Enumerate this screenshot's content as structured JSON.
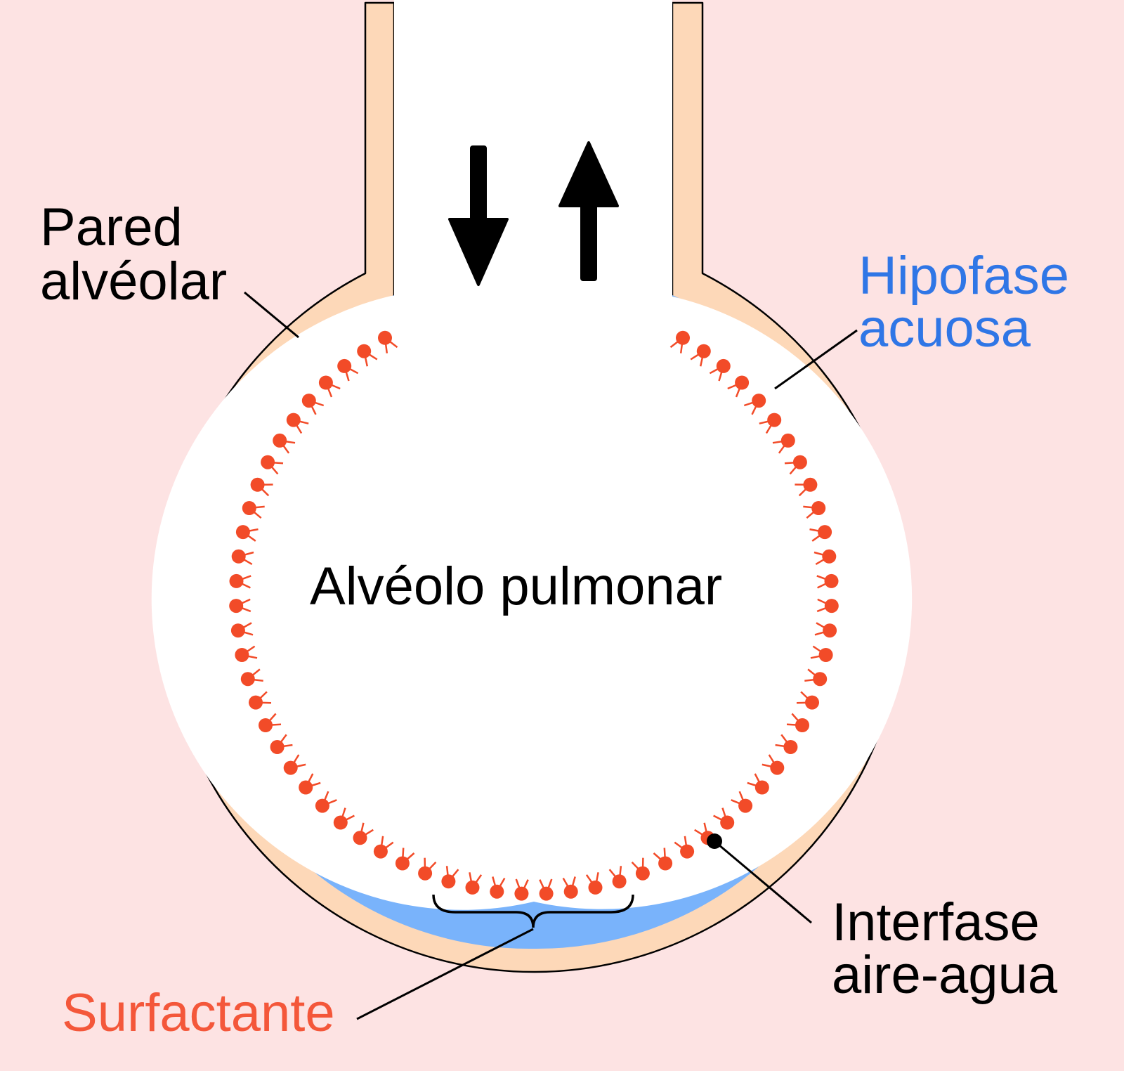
{
  "labels": {
    "wall_line1": "Pared",
    "wall_line2": "alvéolar",
    "hypophase_line1": "Hipofase",
    "hypophase_line2": "acuosa",
    "center": "Alvéolo pulmonar",
    "interface_line1": "Interfase",
    "interface_line2": "aire-agua",
    "surfactant": "Surfactante"
  },
  "colors": {
    "background": "#fde3e3",
    "wall": "#fdd8b8",
    "hypophase": "#79b3fb",
    "surfactant": "#f24b28",
    "hypophase_label": "#2f76e6",
    "surfactant_label": "#f4573a",
    "outline": "#000000"
  },
  "icons": {
    "inhale": "arrow-down-icon",
    "exhale": "arrow-up-icon"
  }
}
